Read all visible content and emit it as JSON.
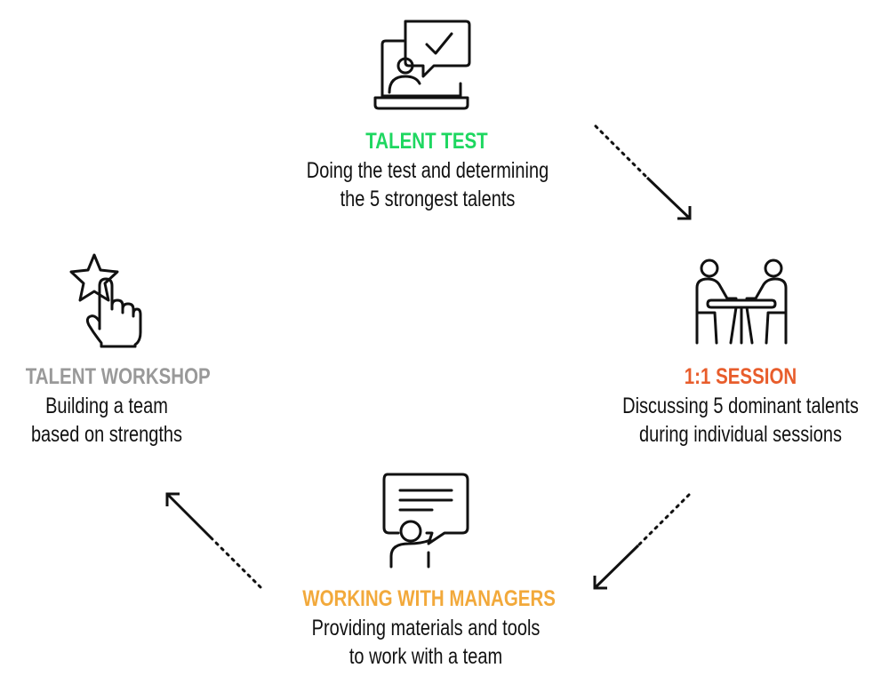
{
  "steps": {
    "talent_test": {
      "title": "TALENT TEST",
      "line1": "Doing the test and determining",
      "line2": "the 5 strongest talents",
      "color": "#1ed760"
    },
    "one_on_one": {
      "title": "1:1 SESSION",
      "line1": "Discussing 5 dominant talents",
      "line2": "during individual sessions",
      "color": "#e85d2c"
    },
    "managers": {
      "title": "WORKING WITH MANAGERS",
      "line1": "Providing materials and tools",
      "line2": "to work with a team",
      "color": "#f2a93b"
    },
    "workshop": {
      "title": "TALENT WORKSHOP",
      "line1": "Building a team",
      "line2": "based on strengths",
      "color": "#999999"
    }
  },
  "icons": {
    "talent_test": "laptop-person-checkmark-icon",
    "one_on_one": "two-people-at-table-icon",
    "managers": "presenter-speech-bubble-icon",
    "workshop": "hand-pointing-star-icon"
  }
}
